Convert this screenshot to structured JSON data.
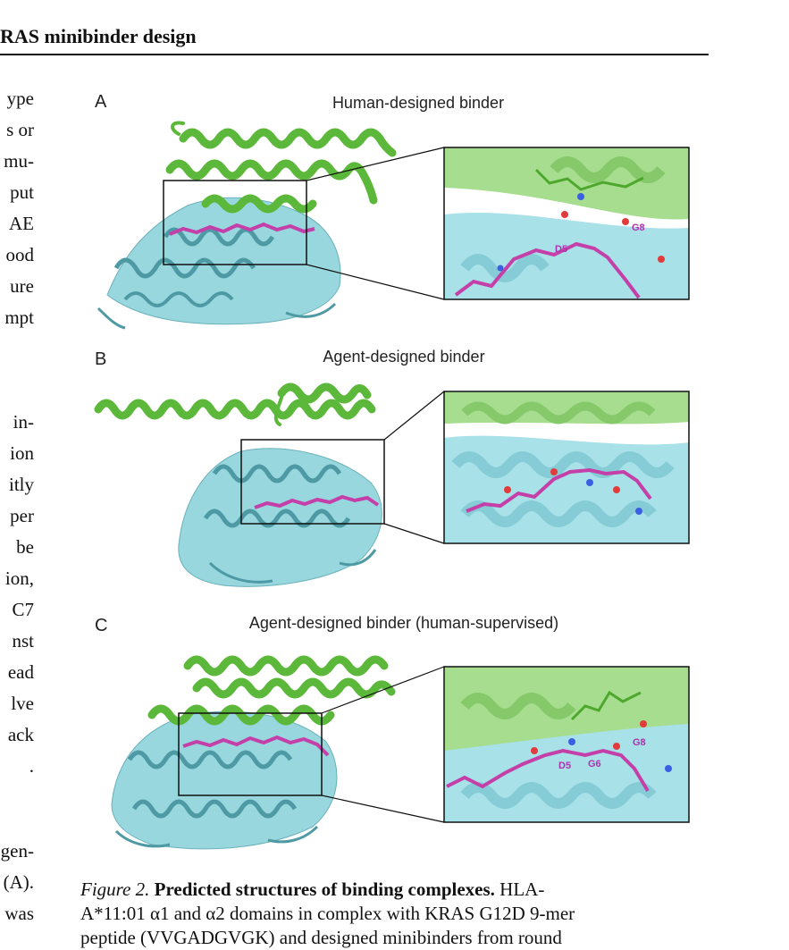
{
  "header": {
    "title": "RAS minibinder design"
  },
  "left_column_fragments": [
    "ype",
    "s or",
    "mu-",
    "put",
    "AE",
    "ood",
    "ure",
    "mpt",
    "",
    "",
    "in-",
    "ion",
    "itly",
    "per",
    "be",
    "ion,",
    "C7",
    "nst",
    "ead",
    "lve",
    "ack",
    ".",
    "",
    "gen-",
    "(A).",
    "was"
  ],
  "figure": {
    "panels": [
      {
        "letter": "A",
        "title": "Human-designed binder",
        "inset_labels": [
          "D5",
          "G8"
        ]
      },
      {
        "letter": "B",
        "title": "Agent-designed binder",
        "inset_labels": []
      },
      {
        "letter": "C",
        "title": "Agent-designed binder (human-supervised)",
        "inset_labels": [
          "D5",
          "G6",
          "G8"
        ]
      }
    ],
    "colors": {
      "helix_green": "#5cb83a",
      "mhc_cyan": "#8fd3db",
      "peptide_magenta": "#c43fa8",
      "box_stroke": "#111111"
    }
  },
  "caption": {
    "label": "Figure 2.",
    "bold_title": "Predicted structures of binding complexes.",
    "line1_tail": "HLA-",
    "line2": "A*11:01 α1 and α2 domains in complex with KRAS G12D 9-mer",
    "line3": "peptide (VVGADGVGK) and designed minibinders from round"
  }
}
